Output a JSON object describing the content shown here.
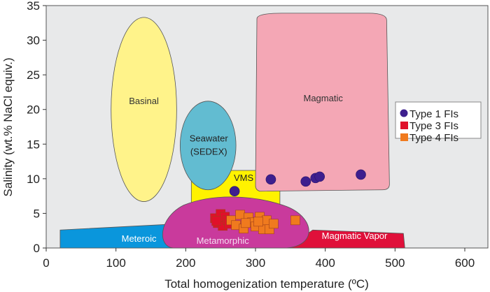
{
  "chart_data": {
    "type": "scatter",
    "title": "",
    "xlabel": "Total homogenization temperature (ºC)",
    "ylabel": "Salinity (wt.% NaCl equiv.)",
    "xlim": [
      0,
      632
    ],
    "ylim": [
      0,
      35
    ],
    "xticks": [
      0,
      100,
      200,
      300,
      400,
      500,
      600
    ],
    "yticks": [
      0,
      5,
      10,
      15,
      20,
      25,
      30,
      35
    ],
    "grid": false,
    "legend_position": "right",
    "regions": [
      {
        "name": "Meteroic",
        "label": "Meteroic",
        "shape": "polygon",
        "color": "#0a96dc",
        "text_color": "#ffffff",
        "points": [
          [
            20,
            0
          ],
          [
            20,
            2.6
          ],
          [
            172,
            3.4
          ],
          [
            195,
            0
          ]
        ],
        "label_at": [
          133,
          0.9
        ]
      },
      {
        "name": "Magmatic Vapor",
        "label": "Magmatic Vapor",
        "shape": "polygon",
        "color": "#e0103a",
        "text_color": "#ffffff",
        "points": [
          [
            345,
            0
          ],
          [
            382,
            2.6
          ],
          [
            512,
            2.1
          ],
          [
            514,
            0
          ]
        ],
        "label_at": [
          442,
          1.3
        ]
      },
      {
        "name": "VMS",
        "label": "VMS",
        "shape": "rect",
        "color": "#fff200",
        "text_color": "#222222",
        "x": [
          208,
          335
        ],
        "y": [
          4.5,
          11.2
        ],
        "label_at": [
          283,
          9.7
        ]
      },
      {
        "name": "Basinal",
        "label": "Basinal",
        "shape": "ellipse",
        "color": "#fff38a",
        "text_color": "#333333",
        "center": [
          140,
          20
        ],
        "radius": [
          47,
          13.3
        ],
        "label_at": [
          140,
          20.8
        ]
      },
      {
        "name": "Seawater (SEDEX)",
        "label": "Seawater",
        "label2": "(SEDEX)",
        "shape": "ellipse",
        "color": "#62bcd1",
        "text_color": "#222222",
        "center": [
          232,
          14.8
        ],
        "radius": [
          40,
          6.4
        ],
        "label_at": [
          233,
          15.4
        ]
      },
      {
        "name": "Magmatic",
        "label": "Magmatic",
        "shape": "roundrect",
        "color": "#f4a7b5",
        "text_color": "#333333",
        "x": [
          298,
          492
        ],
        "y": [
          8.4,
          33.9
        ],
        "label_at": [
          397,
          21.2
        ]
      },
      {
        "name": "Metamorphic",
        "label": "Metamorphic",
        "shape": "blob",
        "color": "#c93a9c",
        "text_color": "#f4dcf0",
        "x": [
          167,
          385
        ],
        "y": [
          0,
          7.4
        ],
        "label_at": [
          253,
          0.6
        ]
      }
    ],
    "series": [
      {
        "name": "Type 1 FIs",
        "marker": "circle",
        "color": "#3d1f8e",
        "points": [
          [
            270,
            8.2
          ],
          [
            322,
            9.9
          ],
          [
            372,
            9.6
          ],
          [
            386,
            10.1
          ],
          [
            392,
            10.3
          ],
          [
            451,
            10.6
          ]
        ]
      },
      {
        "name": "Type 3 FIs",
        "marker": "square",
        "color": "#e0102a",
        "points": [
          [
            242,
            4.3
          ],
          [
            246,
            3.6
          ],
          [
            250,
            4.9
          ],
          [
            253,
            3.2
          ],
          [
            256,
            4.5
          ],
          [
            260,
            4.0
          ],
          [
            244,
            3.9
          ],
          [
            262,
            3.5
          ]
        ]
      },
      {
        "name": "Type 4 FIs",
        "marker": "square",
        "color": "#f07a1e",
        "points": [
          [
            265,
            4.0
          ],
          [
            272,
            3.3
          ],
          [
            278,
            4.8
          ],
          [
            283,
            2.8
          ],
          [
            290,
            4.4
          ],
          [
            295,
            3.7
          ],
          [
            300,
            3.1
          ],
          [
            306,
            4.5
          ],
          [
            311,
            2.7
          ],
          [
            316,
            4.0
          ],
          [
            320,
            2.7
          ],
          [
            326,
            3.5
          ],
          [
            286,
            3.6
          ],
          [
            304,
            3.8
          ],
          [
            357,
            4.0
          ]
        ]
      }
    ]
  }
}
